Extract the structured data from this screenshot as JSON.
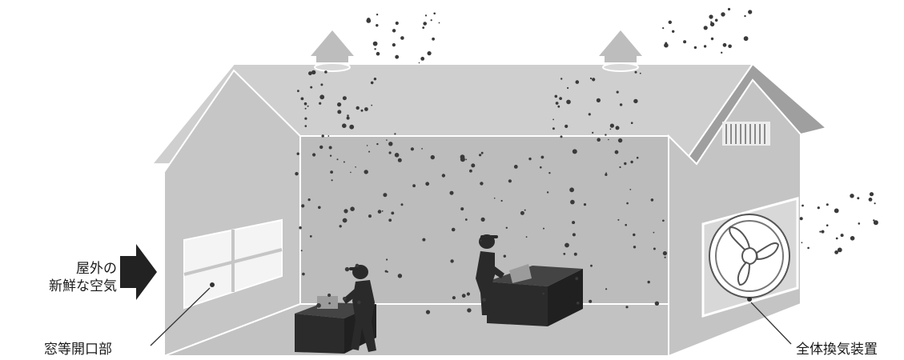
{
  "labels": {
    "fresh_air_line1": "屋外の",
    "fresh_air_line2": "新鮮な空気",
    "window_opening": "窓等開口部",
    "ventilation_device": "全体換気装置"
  },
  "colors": {
    "wall_front": "#c9c9c9",
    "wall_back": "#bdbdbd",
    "wall_side": "#c4c4c4",
    "roof": "#cfcfcf",
    "edge": "#ffffff",
    "box_dark": "#2b2b2b",
    "worker": "#2a2a2a",
    "dust": "#3a3a3a",
    "arrow": "#222222"
  },
  "icons": [
    "arrow-right-icon",
    "fan-icon",
    "vent-cap-icon",
    "worker-icon",
    "workbench-icon",
    "dust-particles"
  ]
}
